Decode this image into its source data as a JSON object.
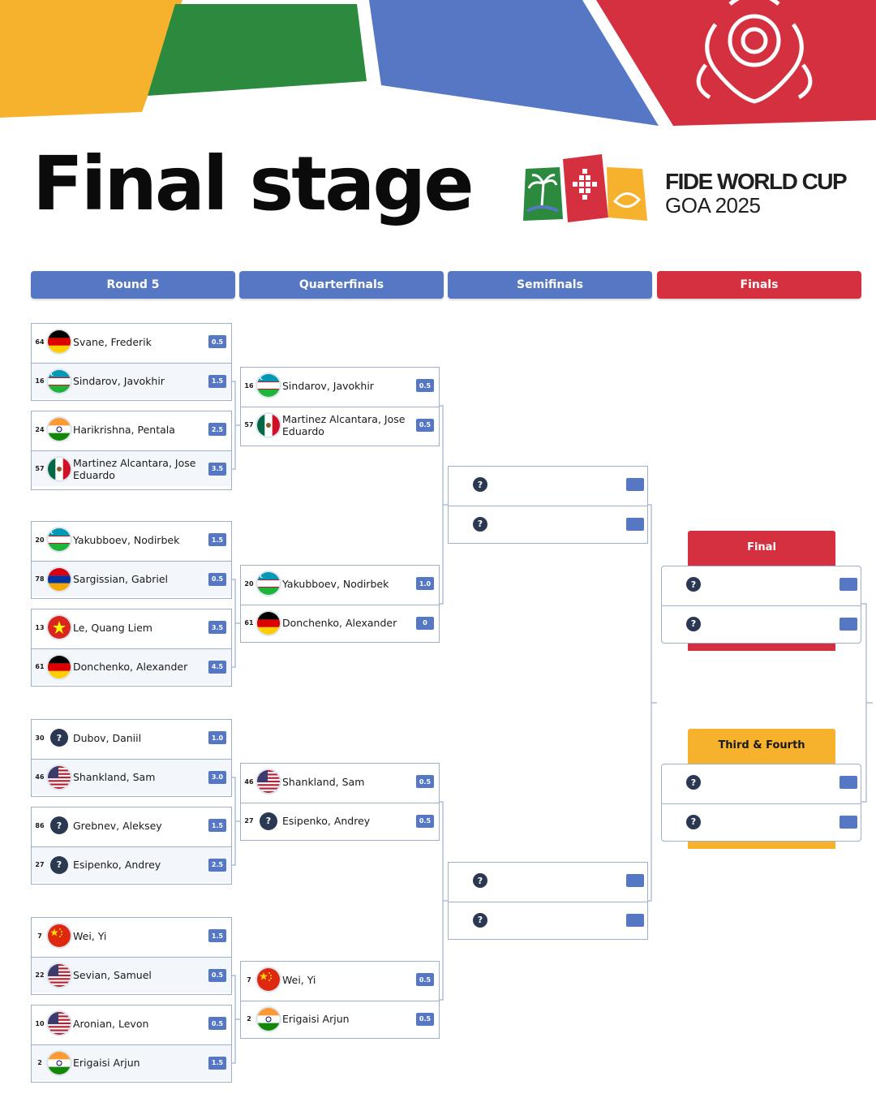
{
  "header": {
    "title": "Final stage",
    "event_line1": "FIDE WORLD CUP",
    "event_line2": "GOA 2025"
  },
  "rounds": [
    "Round 5",
    "Quarterfinals",
    "Semifinals",
    "Finals"
  ],
  "round5": [
    {
      "seed": "64",
      "flag": "germany",
      "name": "Svane, Frederik",
      "score": "0.5"
    },
    {
      "seed": "16",
      "flag": "uzbekistan",
      "name": "Sindarov, Javokhir",
      "score": "1.5"
    },
    {
      "seed": "24",
      "flag": "india",
      "name": "Harikrishna, Pentala",
      "score": "2.5"
    },
    {
      "seed": "57",
      "flag": "mexico",
      "name": "Martinez Alcantara, Jose Eduardo",
      "score": "3.5"
    },
    {
      "seed": "20",
      "flag": "uzbekistan",
      "name": "Yakubboev, Nodirbek",
      "score": "1.5"
    },
    {
      "seed": "78",
      "flag": "armenia",
      "name": "Sargissian, Gabriel",
      "score": "0.5"
    },
    {
      "seed": "13",
      "flag": "vietnam",
      "name": "Le, Quang Liem",
      "score": "3.5"
    },
    {
      "seed": "61",
      "flag": "germany",
      "name": "Donchenko, Alexander",
      "score": "4.5"
    },
    {
      "seed": "30",
      "flag": "unknown",
      "name": "Dubov, Daniil",
      "score": "1.0"
    },
    {
      "seed": "46",
      "flag": "usa",
      "name": "Shankland, Sam",
      "score": "3.0"
    },
    {
      "seed": "86",
      "flag": "unknown",
      "name": "Grebnev, Aleksey",
      "score": "1.5"
    },
    {
      "seed": "27",
      "flag": "unknown",
      "name": "Esipenko, Andrey",
      "score": "2.5"
    },
    {
      "seed": "7",
      "flag": "china",
      "name": "Wei, Yi",
      "score": "1.5"
    },
    {
      "seed": "22",
      "flag": "usa",
      "name": "Sevian, Samuel",
      "score": "0.5"
    },
    {
      "seed": "10",
      "flag": "usa",
      "name": "Aronian, Levon",
      "score": "0.5"
    },
    {
      "seed": "2",
      "flag": "india",
      "name": "Erigaisi Arjun",
      "score": "1.5"
    }
  ],
  "quarterfinals": [
    {
      "seed": "16",
      "flag": "uzbekistan",
      "name": "Sindarov, Javokhir",
      "score": "0.5"
    },
    {
      "seed": "57",
      "flag": "mexico",
      "name": "Martinez Alcantara, Jose Eduardo",
      "score": "0.5"
    },
    {
      "seed": "20",
      "flag": "uzbekistan",
      "name": "Yakubboev, Nodirbek",
      "score": "1.0"
    },
    {
      "seed": "61",
      "flag": "germany",
      "name": "Donchenko, Alexander",
      "score": "0"
    },
    {
      "seed": "46",
      "flag": "usa",
      "name": "Shankland, Sam",
      "score": "0.5"
    },
    {
      "seed": "27",
      "flag": "unknown",
      "name": "Esipenko, Andrey",
      "score": "0.5"
    },
    {
      "seed": "7",
      "flag": "china",
      "name": "Wei, Yi",
      "score": "0.5"
    },
    {
      "seed": "2",
      "flag": "india",
      "name": "Erigaisi Arjun",
      "score": "0.5"
    }
  ],
  "unknown_glyph": "?",
  "final_label": "Final",
  "third_label": "Third & Fourth",
  "colors": {
    "blue": "#5577c4",
    "red": "#d53040",
    "yellow": "#f6b12d",
    "green": "#2b8a3e",
    "navy": "#2a3852"
  }
}
